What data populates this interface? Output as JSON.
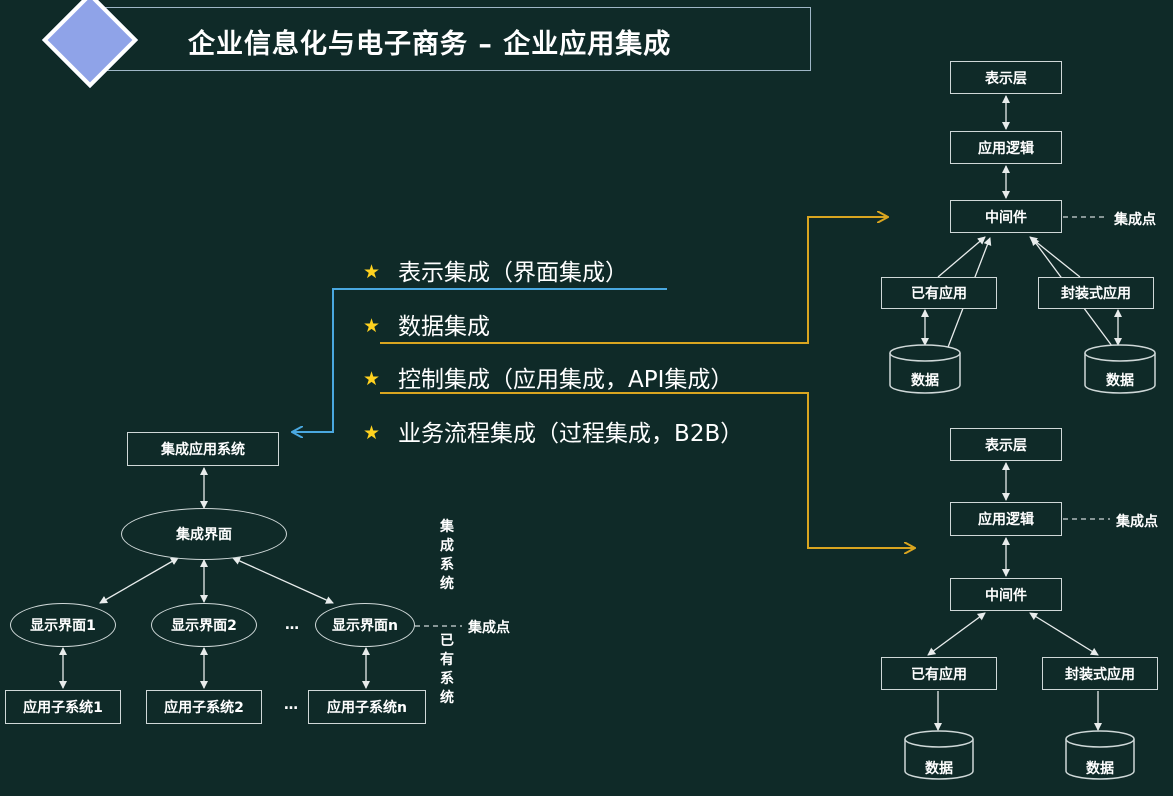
{
  "title": "企业信息化与电子商务 – 企业应用集成",
  "integration_types": [
    "表示集成（界面集成）",
    "数据集成",
    "控制集成（应用集成，API集成）",
    "业务流程集成（过程集成，B2B）"
  ],
  "left_diagram": {
    "top": "集成应用系统",
    "center": "集成界面",
    "uis": [
      "显示界面1",
      "显示界面2",
      "显示界面n"
    ],
    "subsystems": [
      "应用子系统1",
      "应用子系统2",
      "应用子系统n"
    ],
    "ellipsis": "…",
    "label_integrated": "集成系统",
    "label_existing": "已有系统",
    "integration_point": "集成点"
  },
  "right_top": {
    "presentation": "表示层",
    "logic": "应用逻辑",
    "middleware": "中间件",
    "existing_app": "已有应用",
    "wrapped_app": "封装式应用",
    "data": "数据",
    "integration_point": "集成点"
  },
  "right_bottom": {
    "presentation": "表示层",
    "logic": "应用逻辑",
    "middleware": "中间件",
    "existing_app": "已有应用",
    "wrapped_app": "封装式应用",
    "data": "数据",
    "integration_point": "集成点"
  },
  "colors": {
    "background": "#0f2a28",
    "accent_blue": "#4aa8e0",
    "accent_gold": "#d9a520",
    "star": "#ffd21f",
    "diamond": "#8fa3e8"
  }
}
